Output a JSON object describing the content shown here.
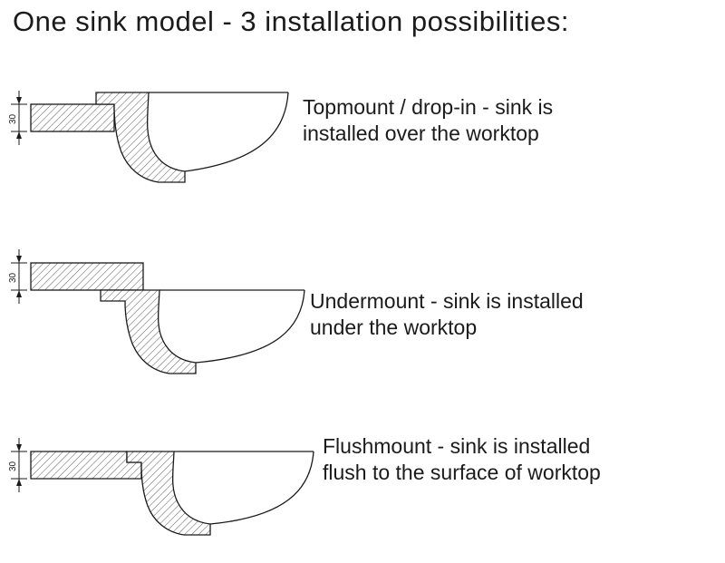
{
  "title": "One sink model - 3 installation possibilities:",
  "rows": [
    {
      "name": "topmount",
      "caption": "Topmount / drop-in - sink is installed over the worktop",
      "lines": [
        "Topmount / drop-in - sink is",
        "installed over the worktop"
      ],
      "dimension_label": "30"
    },
    {
      "name": "undermount",
      "caption": "Undermount - sink is installed under the worktop",
      "lines": [
        "Undermount - sink is installed",
        "under the worktop"
      ],
      "dimension_label": "30"
    },
    {
      "name": "flushmount",
      "caption": "Flushmount - sink is installed flush to the surface of worktop",
      "lines": [
        "Flushmount - sink is installed",
        "flush to the surface of worktop"
      ],
      "dimension_label": "30"
    }
  ],
  "colors": {
    "background": "#ffffff",
    "line": "#1a1a1a",
    "hatch": "#4a4a4a",
    "text": "#1b1b1b"
  }
}
